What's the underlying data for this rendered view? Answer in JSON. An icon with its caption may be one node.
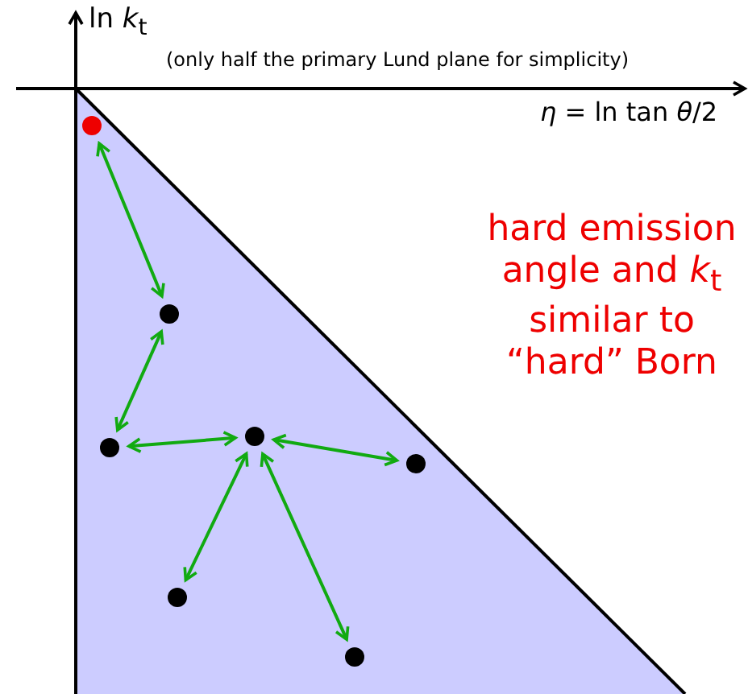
{
  "diagram": {
    "nodes": [
      {
        "text": [],
        "shape": "circle"
      },
      {
        "text": [],
        "shape": "circle"
      },
      {
        "text": [],
        "shape": "circle"
      },
      {
        "text": [],
        "shape": "circle"
      },
      {
        "text": [],
        "shape": "circle"
      },
      {
        "text": [],
        "shape": "circle"
      },
      {
        "text": [],
        "shape": "circle"
      }
    ],
    "edges": [
      {
        "from": 0,
        "to": 1,
        "arrow": "both"
      },
      {
        "from": 1,
        "to": 2,
        "arrow": "both"
      },
      {
        "from": 2,
        "to": 3,
        "arrow": "both"
      },
      {
        "from": 3,
        "to": 4,
        "arrow": "both"
      },
      {
        "from": 3,
        "to": 5,
        "arrow": "both"
      },
      {
        "from": 3,
        "to": 6,
        "arrow": "both"
      }
    ],
    "labels": [
      "ln *k*$_{t}$",
      "(only half the primary Lund plane for simplicity)",
      "*η* = ln tan *θ*/2",
      "hard emission angle and *k*$_{t}$ similar to “hard” Born"
    ]
  }
}
